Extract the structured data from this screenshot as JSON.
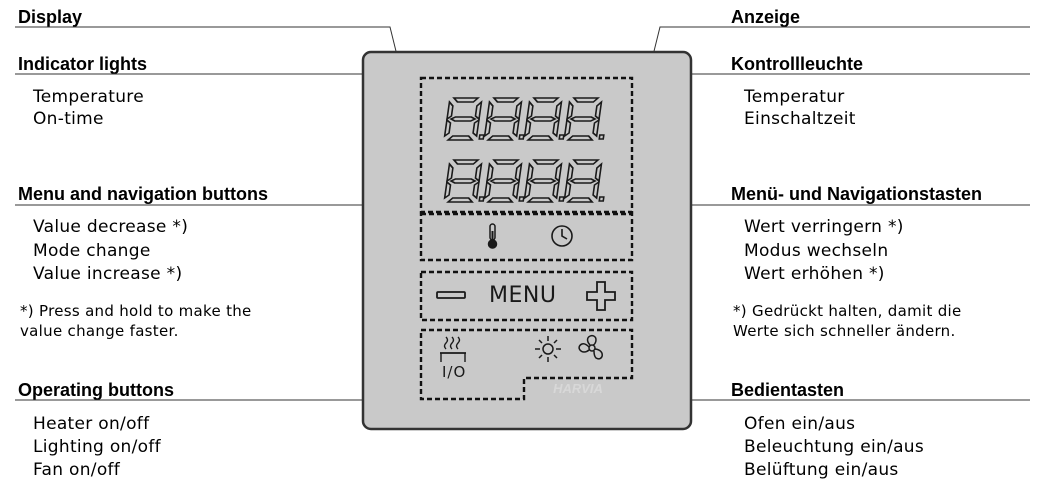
{
  "left": {
    "display": {
      "heading": "Display"
    },
    "indicator_lights": {
      "heading": "Indicator lights",
      "items": [
        "Temperature",
        "On-time"
      ]
    },
    "menu_nav": {
      "heading": "Menu and navigation buttons",
      "items": [
        "Value decrease *)",
        "Mode change",
        "Value increase *)"
      ],
      "note": [
        "*) Press and hold to make the",
        "value change faster."
      ]
    },
    "operating": {
      "heading": "Operating buttons",
      "items": [
        "Heater on/off",
        "Lighting on/off",
        "Fan on/off"
      ]
    }
  },
  "right": {
    "display": {
      "heading": "Anzeige"
    },
    "indicator_lights": {
      "heading": "Kontrollleuchte",
      "items": [
        "Temperatur",
        "Einschaltzeit"
      ]
    },
    "menu_nav": {
      "heading": "Menü- und Navigationstasten",
      "items": [
        "Wert verringern *)",
        "Modus wechseln",
        "Wert erhöhen *)"
      ],
      "note": [
        "*) Gedrückt halten, damit die",
        "Werte sich schneller ändern."
      ]
    },
    "operating": {
      "heading": "Bedientasten",
      "items": [
        "Ofen ein/aus",
        "Beleuchtung ein/aus",
        "Belüftung ein/aus"
      ]
    }
  },
  "panel": {
    "menu_label": "MENU",
    "heater_label": "I/O",
    "brand": "HARVIA",
    "icons": [
      "thermometer-icon",
      "clock-icon",
      "minus-icon",
      "plus-icon",
      "heater-icon",
      "light-icon",
      "fan-icon"
    ]
  }
}
